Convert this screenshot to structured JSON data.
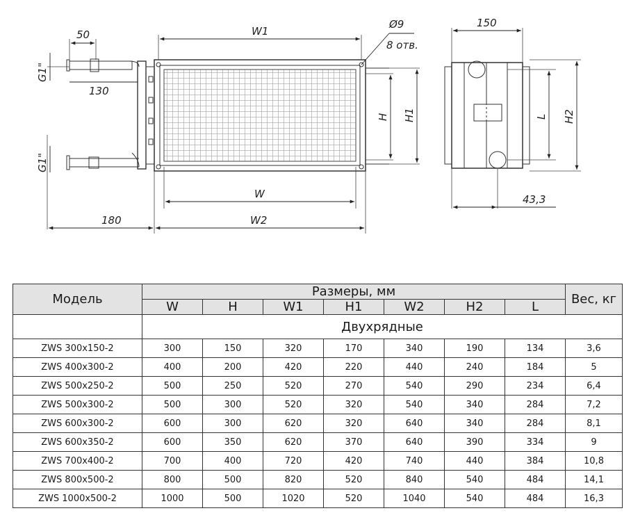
{
  "drawing": {
    "front_view": {
      "dim_w1": "W1",
      "dim_w": "W",
      "dim_w2": "W2",
      "dim_h": "H",
      "dim_h1": "H1",
      "dim_50": "50",
      "dim_130": "130",
      "dim_180": "180",
      "dim_g1_top": "G1\"",
      "dim_g1_bottom": "G1\"",
      "hole_diameter": "Ø9",
      "hole_count": "8 отв."
    },
    "side_view": {
      "dim_150": "150",
      "dim_l": "L",
      "dim_h2": "H2",
      "dim_433": "43,3"
    }
  },
  "table": {
    "header_model": "Модель",
    "header_dimensions": "Размеры, мм",
    "header_weight": "Вес, кг",
    "columns": [
      "W",
      "H",
      "W1",
      "H1",
      "W2",
      "H2",
      "L"
    ],
    "section_title": "Двухрядные",
    "rows": [
      [
        "ZWS 300x150-2",
        "300",
        "150",
        "320",
        "170",
        "340",
        "190",
        "134",
        "3,6"
      ],
      [
        "ZWS 400x300-2",
        "400",
        "200",
        "420",
        "220",
        "440",
        "240",
        "184",
        "5"
      ],
      [
        "ZWS 500x250-2",
        "500",
        "250",
        "520",
        "270",
        "540",
        "290",
        "234",
        "6,4"
      ],
      [
        "ZWS 500x300-2",
        "500",
        "300",
        "520",
        "320",
        "540",
        "340",
        "284",
        "7,2"
      ],
      [
        "ZWS 600x300-2",
        "600",
        "300",
        "620",
        "320",
        "640",
        "340",
        "284",
        "8,1"
      ],
      [
        "ZWS 600x350-2",
        "600",
        "350",
        "620",
        "370",
        "640",
        "390",
        "334",
        "9"
      ],
      [
        "ZWS 700x400-2",
        "700",
        "400",
        "720",
        "420",
        "740",
        "440",
        "384",
        "10,8"
      ],
      [
        "ZWS 800x500-2",
        "800",
        "500",
        "820",
        "520",
        "840",
        "540",
        "484",
        "14,1"
      ],
      [
        "ZWS 1000x500-2",
        "1000",
        "500",
        "1020",
        "520",
        "1040",
        "540",
        "484",
        "16,3"
      ]
    ]
  }
}
